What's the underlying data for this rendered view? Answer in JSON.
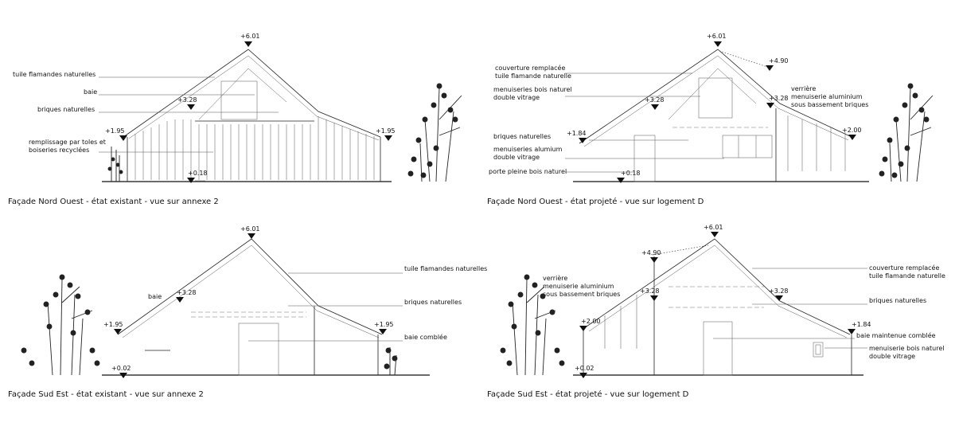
{
  "views": [
    {
      "caption": "Façade Nord Ouest - état existant - vue sur annexe 2",
      "levels": [
        "+6.01",
        "+3.28",
        "+1.95",
        "+1.95",
        "+0.18"
      ],
      "labels": [
        "tuile flamandes naturelles",
        "baie",
        "briques naturelles",
        "remplissage par toles et\nboiseries recyclées"
      ]
    },
    {
      "caption": "Façade Nord Ouest - état projeté - vue sur logement D",
      "levels": [
        "+6.01",
        "+4.90",
        "+3.28",
        "+3.28",
        "+1.84",
        "+2.00",
        "+0.18"
      ],
      "labels": [
        "couverture remplacée\ntuile flamande naturelle",
        "menuiseries bois naturel\ndouble vitrage",
        "briques naturelles",
        "menuiseries alumium\ndouble vitrage",
        "porte pleine bois naturel",
        "verrière\nmenuiserie aluminium\nsous bassement briques"
      ]
    },
    {
      "caption": "Façade Sud Est - état existant - vue sur annexe 2",
      "levels": [
        "+6.01",
        "+3.28",
        "+1.95",
        "+1.95",
        "+0.02"
      ],
      "labels": [
        "baie",
        "tuile flamandes naturelles",
        "briques naturelles",
        "baie comblée"
      ]
    },
    {
      "caption": "Façade Sud Est - état projeté - vue sur logement D",
      "levels": [
        "+6.01",
        "+4.90",
        "+3.28",
        "+3.28",
        "+2.00",
        "+1.84",
        "+0.02"
      ],
      "labels": [
        "verrière\nmenuiserie aluminium\nsous bassement briques",
        "couverture remplacée\ntuile flamande naturelle",
        "briques naturelles",
        "baie maintenue comblée",
        "menuiserie bois naturel\ndouble vitrage"
      ]
    }
  ]
}
